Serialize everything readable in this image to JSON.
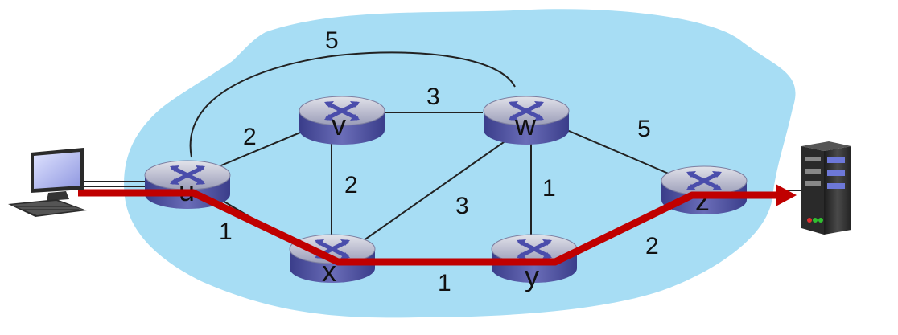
{
  "network": {
    "cloud_color": "#a7ddf4",
    "link_color": "#222222",
    "path_color": "#c00000",
    "router_color": "#5b5ea6",
    "nodes": [
      {
        "id": "u",
        "label": "u"
      },
      {
        "id": "v",
        "label": "v"
      },
      {
        "id": "w",
        "label": "w"
      },
      {
        "id": "x",
        "label": "x"
      },
      {
        "id": "y",
        "label": "y"
      },
      {
        "id": "z",
        "label": "z"
      }
    ],
    "links": [
      {
        "from": "u",
        "to": "w",
        "cost": "5"
      },
      {
        "from": "v",
        "to": "w",
        "cost": "3"
      },
      {
        "from": "u",
        "to": "v",
        "cost": "2"
      },
      {
        "from": "w",
        "to": "z",
        "cost": "5"
      },
      {
        "from": "v",
        "to": "x",
        "cost": "2"
      },
      {
        "from": "w",
        "to": "y",
        "cost": "1"
      },
      {
        "from": "x",
        "to": "w",
        "cost": "3"
      },
      {
        "from": "u",
        "to": "x",
        "cost": "1"
      },
      {
        "from": "y",
        "to": "z",
        "cost": "2"
      },
      {
        "from": "x",
        "to": "y",
        "cost": "1"
      }
    ],
    "highlighted_path": [
      "host",
      "u",
      "x",
      "y",
      "z",
      "server"
    ]
  }
}
